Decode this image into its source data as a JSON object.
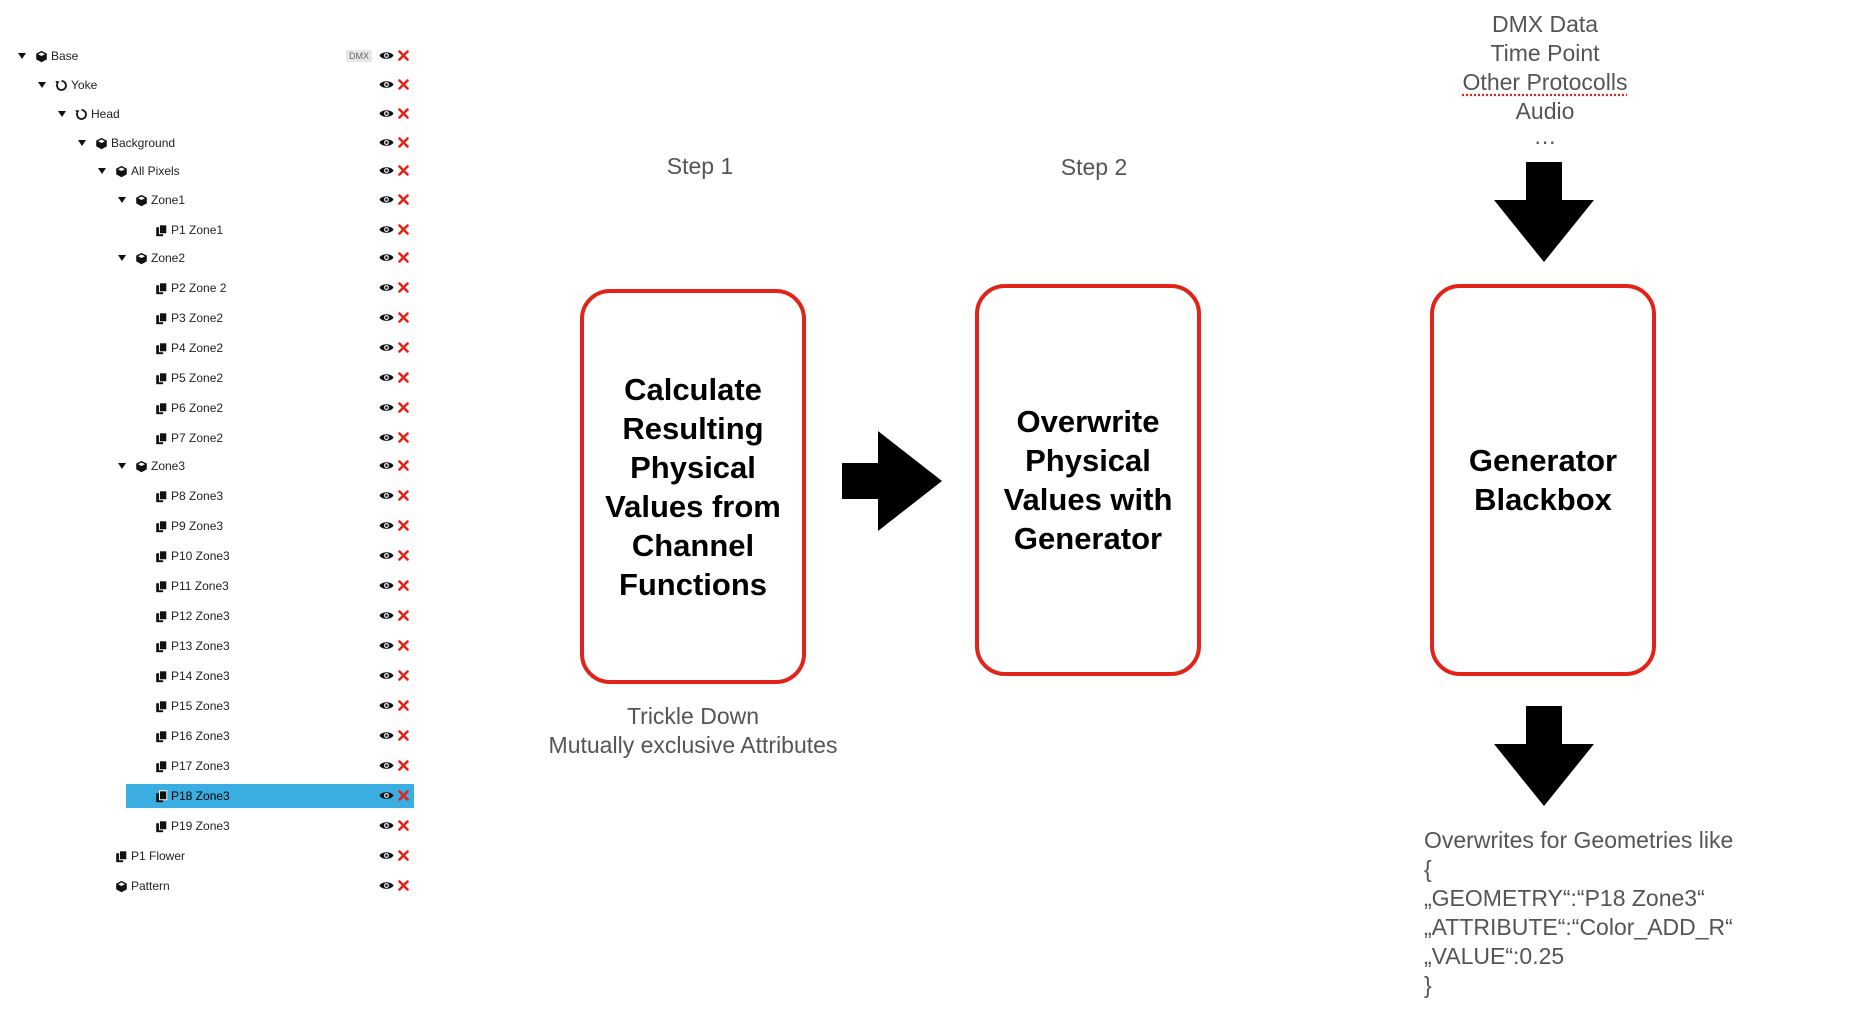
{
  "tree": {
    "dmx_badge": "DMX",
    "icons": {
      "visibility": "eye-icon",
      "delete": "close-icon",
      "selected_color": "#3aaee0",
      "delete_color": "#e2231a"
    },
    "rows": [
      {
        "label": "Base",
        "depth": 0,
        "expanded": true,
        "icon": "cube-icon",
        "badge": true
      },
      {
        "label": "Yoke",
        "depth": 1,
        "expanded": true,
        "icon": "rotate-icon"
      },
      {
        "label": "Head",
        "depth": 2,
        "expanded": true,
        "icon": "rotate-icon"
      },
      {
        "label": "Background",
        "depth": 3,
        "expanded": true,
        "icon": "cube-icon"
      },
      {
        "label": "All Pixels",
        "depth": 4,
        "expanded": true,
        "icon": "cube-icon"
      },
      {
        "label": "Zone1",
        "depth": 5,
        "expanded": true,
        "icon": "cube-icon"
      },
      {
        "label": "P1 Zone1",
        "depth": 6,
        "icon": "copy-icon"
      },
      {
        "label": "Zone2",
        "depth": 5,
        "expanded": true,
        "icon": "cube-icon"
      },
      {
        "label": "P2 Zone 2",
        "depth": 6,
        "icon": "copy-icon"
      },
      {
        "label": "P3 Zone2",
        "depth": 6,
        "icon": "copy-icon"
      },
      {
        "label": "P4 Zone2",
        "depth": 6,
        "icon": "copy-icon"
      },
      {
        "label": "P5 Zone2",
        "depth": 6,
        "icon": "copy-icon"
      },
      {
        "label": "P6 Zone2",
        "depth": 6,
        "icon": "copy-icon"
      },
      {
        "label": "P7 Zone2",
        "depth": 6,
        "icon": "copy-icon"
      },
      {
        "label": "Zone3",
        "depth": 5,
        "expanded": true,
        "icon": "cube-icon"
      },
      {
        "label": "P8 Zone3",
        "depth": 6,
        "icon": "copy-icon"
      },
      {
        "label": "P9 Zone3",
        "depth": 6,
        "icon": "copy-icon"
      },
      {
        "label": "P10 Zone3",
        "depth": 6,
        "icon": "copy-icon"
      },
      {
        "label": "P11 Zone3",
        "depth": 6,
        "icon": "copy-icon"
      },
      {
        "label": "P12 Zone3",
        "depth": 6,
        "icon": "copy-icon"
      },
      {
        "label": "P13 Zone3",
        "depth": 6,
        "icon": "copy-icon"
      },
      {
        "label": "P14 Zone3",
        "depth": 6,
        "icon": "copy-icon"
      },
      {
        "label": "P15 Zone3",
        "depth": 6,
        "icon": "copy-icon"
      },
      {
        "label": "P16 Zone3",
        "depth": 6,
        "icon": "copy-icon"
      },
      {
        "label": "P17 Zone3",
        "depth": 6,
        "icon": "copy-icon"
      },
      {
        "label": "P18 Zone3",
        "depth": 6,
        "icon": "copy-icon",
        "selected": true
      },
      {
        "label": "P19 Zone3",
        "depth": 6,
        "icon": "copy-icon"
      },
      {
        "label": "P1 Flower",
        "depth": 4,
        "icon": "copy-icon"
      },
      {
        "label": "Pattern",
        "depth": 4,
        "icon": "cube-icon"
      }
    ]
  },
  "diagram": {
    "step1_label": "Step 1",
    "step2_label": "Step 2",
    "box1_lines": [
      "Calculate",
      "Resulting",
      "Physical",
      "Values from",
      "Channel",
      "Functions"
    ],
    "box2_lines": [
      "Overwrite",
      "Physical",
      "Values with",
      "Generator"
    ],
    "box3_lines": [
      "Generator",
      "Blackbox"
    ],
    "box1_note_lines": [
      "Trickle Down",
      "Mutually exclusive Attributes"
    ],
    "inputs": [
      "DMX Data",
      "Time Point",
      "Other Protocolls",
      "Audio",
      "…"
    ],
    "output_lines": [
      "Overwrites for Geometries like",
      "{",
      "„GEOMETRY“:“P18 Zone3“",
      "„ATTRIBUTE“:“Color_ADD_R“",
      "„VALUE“:0.25",
      "}"
    ],
    "box_border_color": "#e2231a"
  }
}
